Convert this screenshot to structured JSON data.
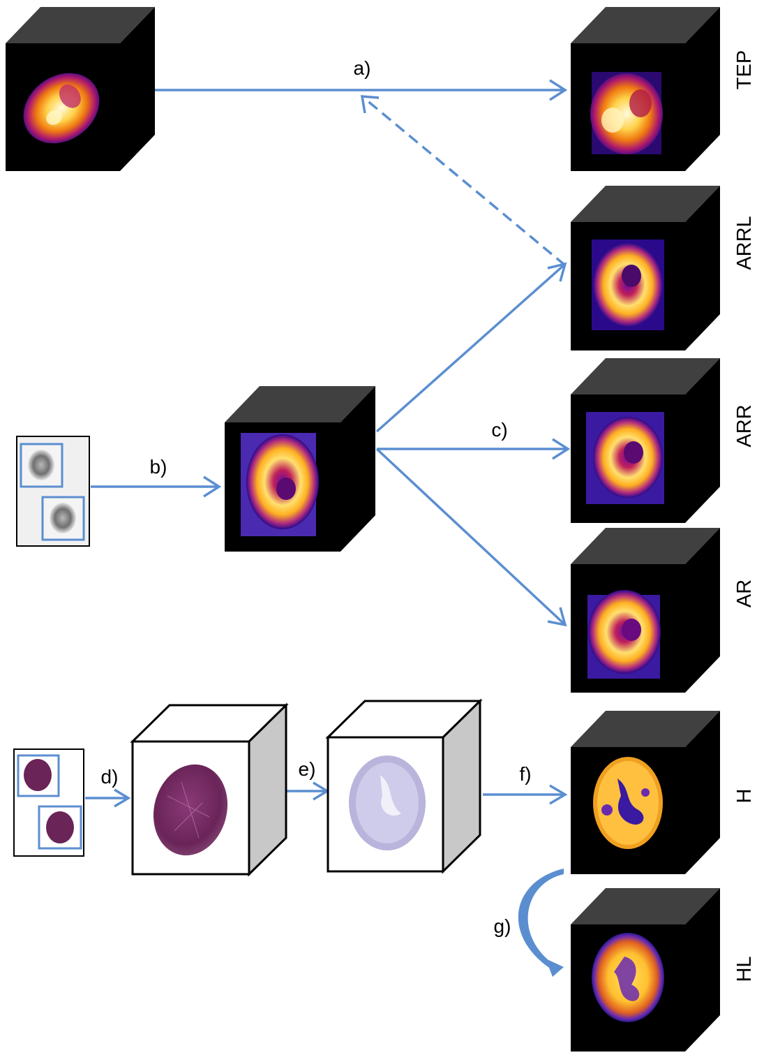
{
  "colors": {
    "arrow": "#5b8ed0",
    "cube_dark_top": "#404040",
    "cube_dark_side": "#000000",
    "cube_light_side": "#c8c8c8",
    "box_border": "#5b8ed0",
    "text": "#000000"
  },
  "steps": {
    "a": "a)",
    "b": "b)",
    "c": "c)",
    "d": "d)",
    "e": "e)",
    "f": "f)",
    "g": "g)"
  },
  "volumes": {
    "tep": "TEP",
    "arrl": "ARRL",
    "arr": "ARR",
    "ar": "AR",
    "h": "H",
    "hl": "HL"
  }
}
